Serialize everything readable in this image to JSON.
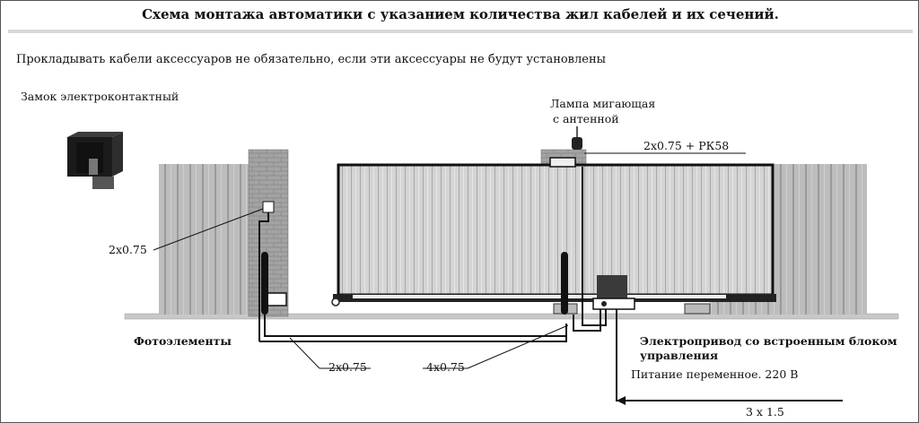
{
  "title": "Схема монтажа автоматики с указанием количества жил кабелей и их сечений.",
  "note": "Прокладывать кабели аксессуаров не обязательно, если эти аксессуары не будут установлены",
  "labels": {
    "lock": "Замок электроконтактный",
    "lamp_line1": "Лампа мигающая",
    "lamp_line2": "с антенной",
    "cable_lamp": "2x0.75 + РК58",
    "cable_lock": "2x0.75",
    "photocells": "Фотоэлементы",
    "cable_photo1": "2x0.75",
    "cable_photo2": "4x0.75",
    "drive_line1": "Электропривод со встроенным блоком",
    "drive_line2": "управления",
    "power": "Питание переменное. 220 В",
    "cable_power": "3 x 1.5"
  }
}
